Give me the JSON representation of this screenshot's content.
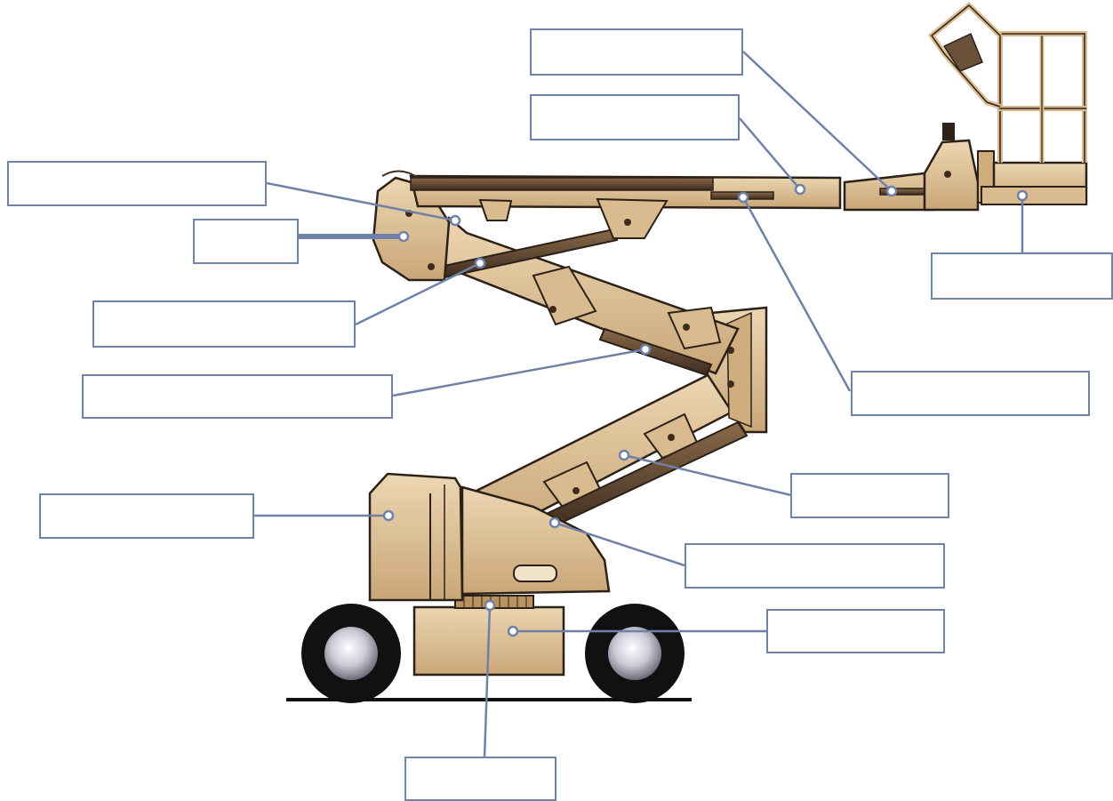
{
  "diagram": {
    "subject": "boom-lift",
    "colors": {
      "body": "#d9bb8f",
      "body_light": "#ecd6b2",
      "body_shadow": "#b89264",
      "outline": "#2b2118",
      "cylinder": "#6b5138",
      "cylinder_dark": "#3d2c1e",
      "tire": "#111111",
      "hub": "#c9cad6",
      "leader": "#6f82a6",
      "box_border": "#7184a8",
      "ground": "#111111"
    },
    "labels": [
      {
        "id": "jib-cylinder",
        "text": ""
      },
      {
        "id": "upper-boom",
        "text": ""
      },
      {
        "id": "upper-boom-cylinder",
        "text": ""
      },
      {
        "id": "platform",
        "text": ""
      },
      {
        "id": "boom-extension-cylinder",
        "text": ""
      },
      {
        "id": "boom-pivot",
        "text": ""
      },
      {
        "id": "upper-riser-cylinder",
        "text": ""
      },
      {
        "id": "lower-riser-cylinder",
        "text": ""
      },
      {
        "id": "lower-boom",
        "text": ""
      },
      {
        "id": "counterweight",
        "text": ""
      },
      {
        "id": "lift-cylinder",
        "text": ""
      },
      {
        "id": "chassis",
        "text": ""
      },
      {
        "id": "turntable",
        "text": ""
      }
    ]
  }
}
